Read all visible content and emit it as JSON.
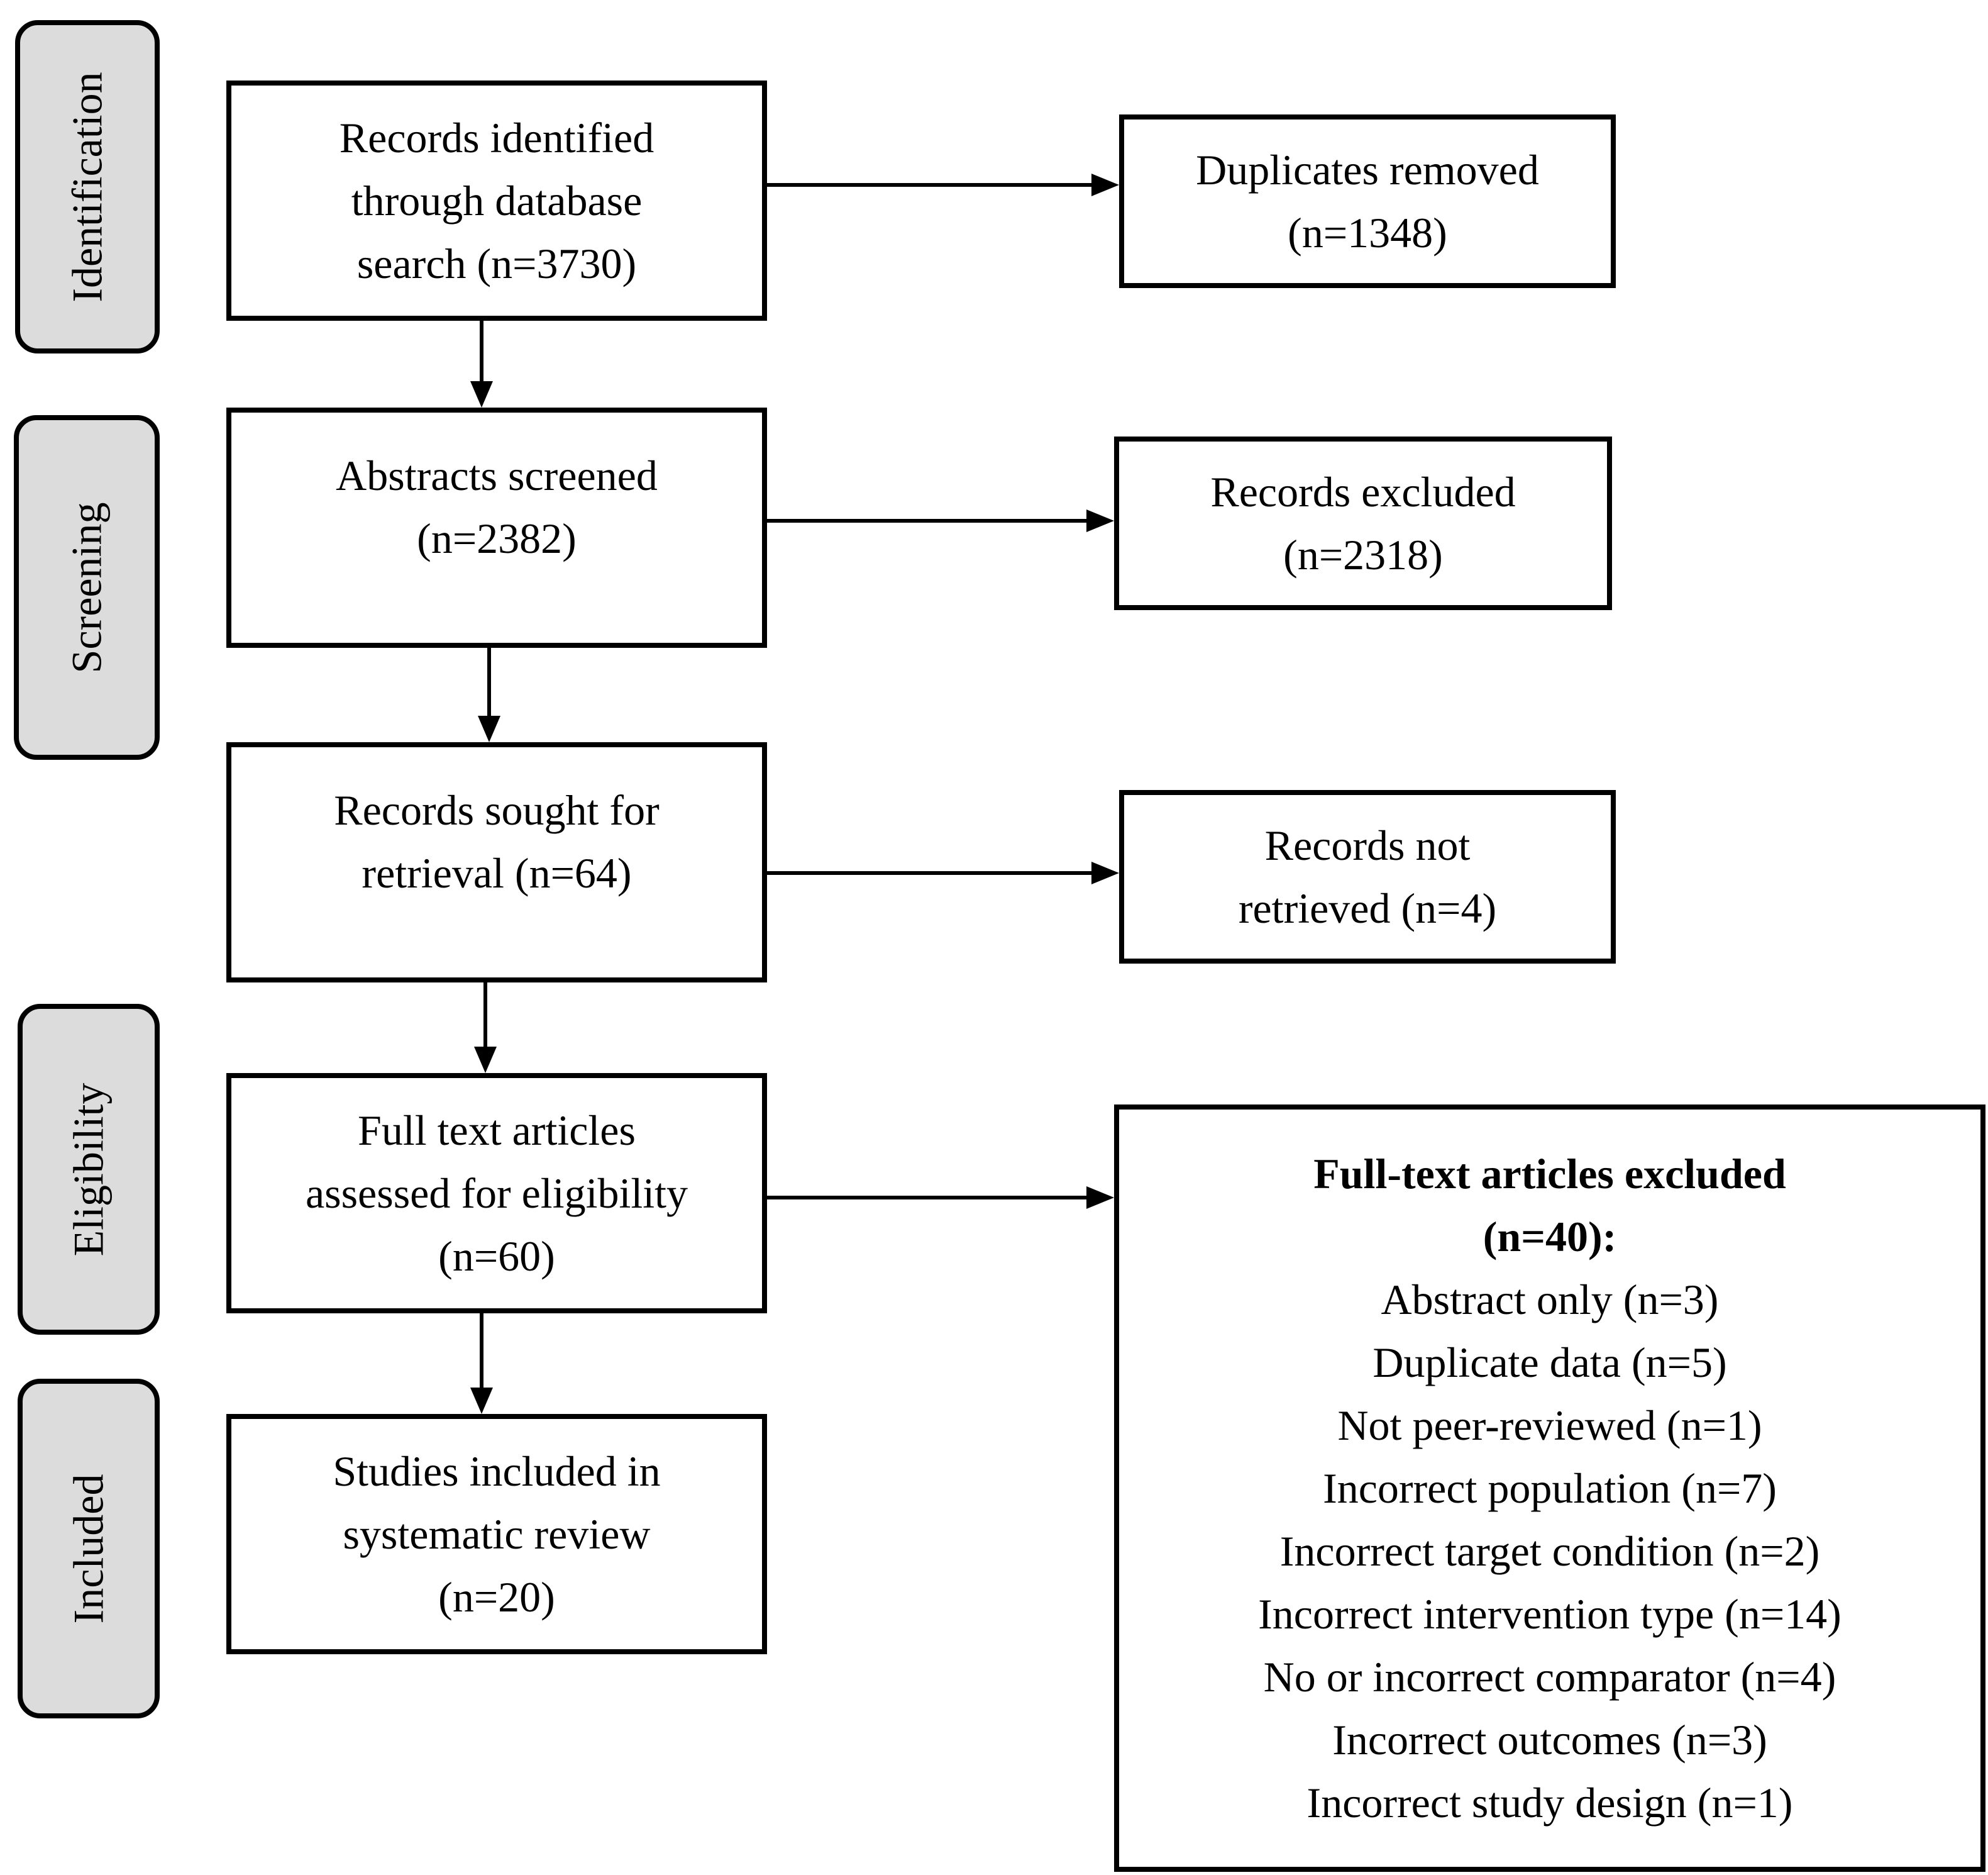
{
  "stages": {
    "identification": "Identification",
    "screening": "Screening",
    "eligibility": "Eligibility",
    "included": "Included"
  },
  "main_boxes": {
    "records_identified": [
      "Records identified",
      "through database",
      "search (n=3730)"
    ],
    "abstracts_screened": [
      "Abstracts screened",
      "(n=2382)"
    ],
    "records_sought": [
      "Records sought for",
      "retrieval (n=64)"
    ],
    "full_text_assessed": [
      "Full text articles",
      "assessed for eligibility",
      "(n=60)"
    ],
    "studies_included": [
      "Studies included in",
      "systematic review",
      "(n=20)"
    ]
  },
  "side_boxes": {
    "duplicates_removed": [
      "Duplicates removed",
      "(n=1348)"
    ],
    "records_excluded": [
      "Records excluded",
      "(n=2318)"
    ],
    "records_not_retrieved": [
      "Records not",
      "retrieved (n=4)"
    ],
    "full_text_excluded": {
      "heading": [
        "Full-text articles excluded",
        "(n=40):"
      ],
      "reasons": [
        "Abstract only (n=3)",
        "Duplicate data (n=5)",
        "Not peer-reviewed (n=1)",
        "Incorrect population (n=7)",
        "Incorrect target condition (n=2)",
        "Incorrect intervention type (n=14)",
        "No or incorrect comparator (n=4)",
        "Incorrect outcomes (n=3)",
        "Incorrect study design (n=1)"
      ]
    }
  }
}
